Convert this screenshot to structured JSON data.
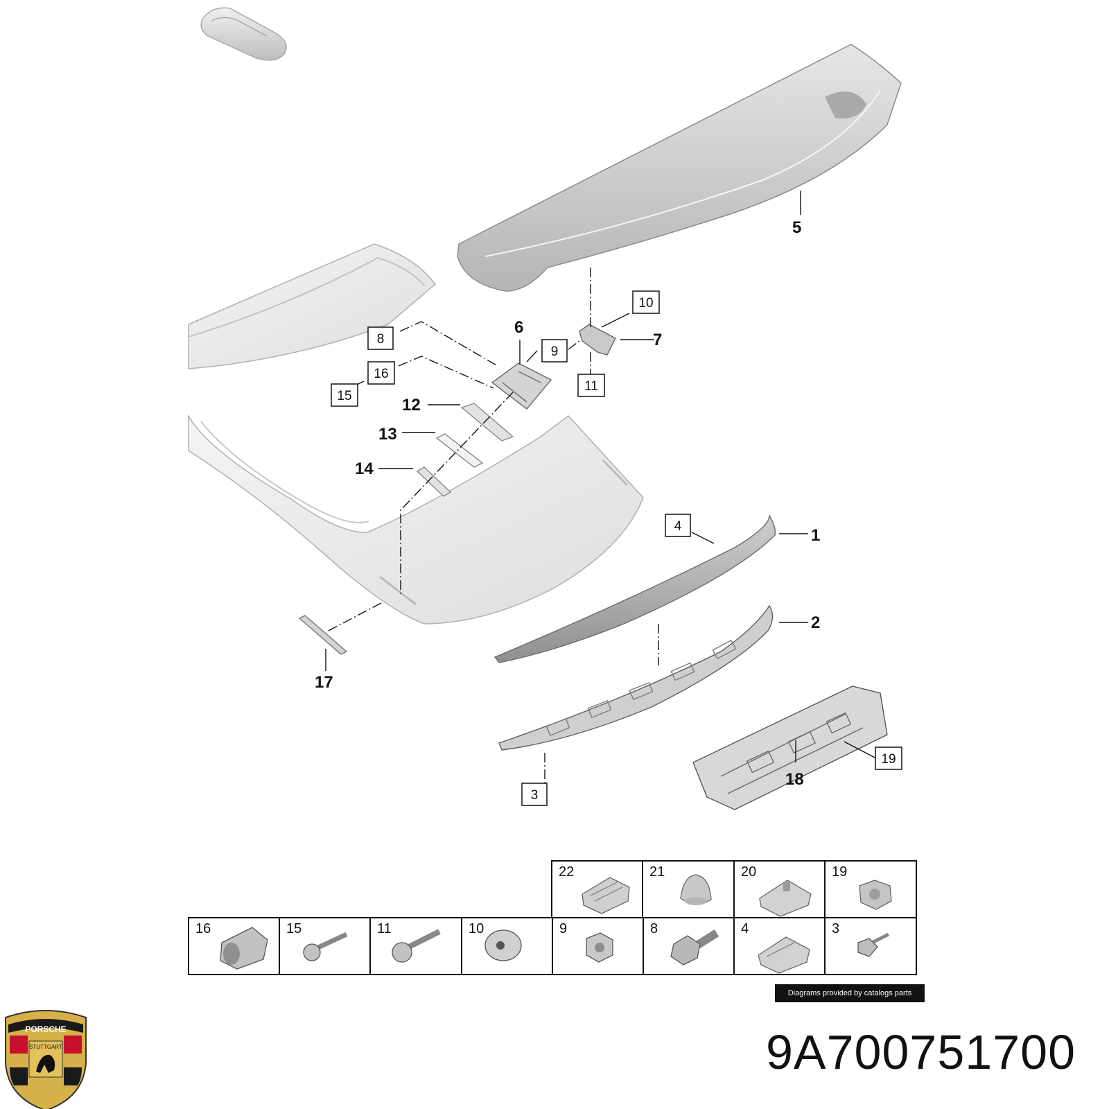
{
  "part_number": "9A700751700",
  "credit": "Diagrams provided by catalogs parts",
  "logo": {
    "icon": "porsche-crest-icon",
    "text_top": "PORSCHE",
    "text_middle": "STUTTGART"
  },
  "callouts": {
    "c1": "1",
    "c2": "2",
    "c5": "5",
    "c6": "6",
    "c7": "7",
    "c12": "12",
    "c13": "13",
    "c14": "14",
    "c17": "17",
    "c18": "18"
  },
  "boxed_callouts": {
    "b3": "3",
    "b4": "4",
    "b8": "8",
    "b9": "9",
    "b10": "10",
    "b11": "11",
    "b15": "15",
    "b16": "16",
    "b19": "19"
  },
  "hardware_grid": {
    "top_row": [
      "22",
      "21",
      "20",
      "19"
    ],
    "bottom_row": [
      "16",
      "15",
      "11",
      "10",
      "9",
      "8",
      "4",
      "3"
    ]
  },
  "colors": {
    "part_fill": "#dcdcdc",
    "part_stroke": "#9a9a9a",
    "ink": "#111111"
  }
}
